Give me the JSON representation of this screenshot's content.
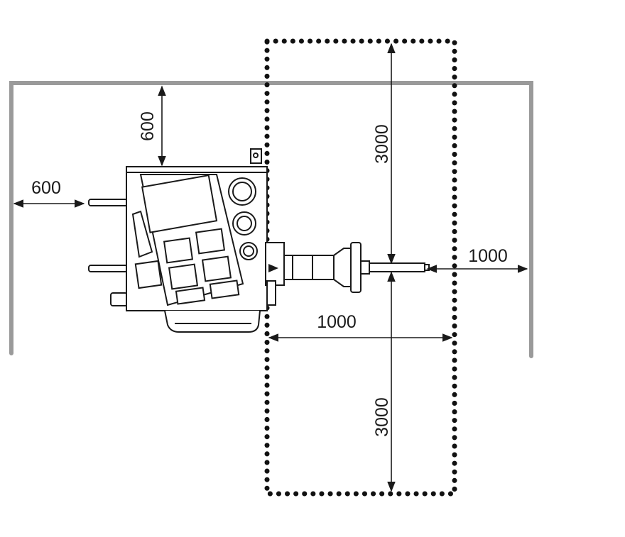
{
  "dimensions": {
    "left_clearance": "600",
    "rear_clearance": "600",
    "front_clearance_top": "3000",
    "front_clearance_bottom": "3000",
    "side_clearance_right": "1000",
    "zone_width": "1000"
  },
  "colors": {
    "wall": "#9a9a9a",
    "ink": "#1a1a1a",
    "background": "#ffffff"
  }
}
